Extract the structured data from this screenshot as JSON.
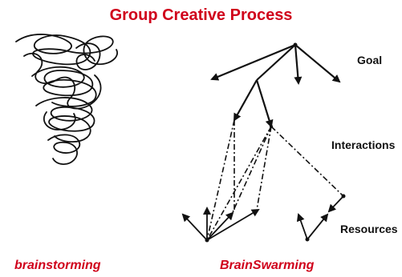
{
  "title": "Group Creative Process",
  "captions": {
    "left": "brainstorming",
    "right": "BrainSwarming"
  },
  "levels": {
    "goal": "Goal",
    "interactions": "Interactions",
    "resources": "Resources"
  },
  "colors": {
    "accent": "#d0021b",
    "ink": "#111111"
  }
}
